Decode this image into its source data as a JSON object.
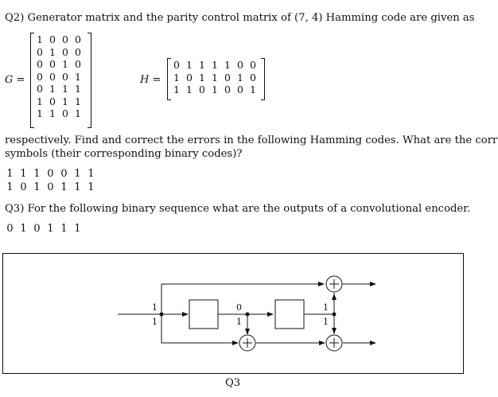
{
  "q2": {
    "intro": "Q2) Generator matrix and the parity control matrix of (7, 4) Hamming code are given as",
    "g_label": "G =",
    "h_label": "H =",
    "G": [
      [
        "1",
        "0",
        "0",
        "0"
      ],
      [
        "0",
        "1",
        "0",
        "0"
      ],
      [
        "0",
        "0",
        "1",
        "0"
      ],
      [
        "0",
        "0",
        "0",
        "1"
      ],
      [
        "0",
        "1",
        "1",
        "1"
      ],
      [
        "1",
        "0",
        "1",
        "1"
      ],
      [
        "1",
        "1",
        "0",
        "1"
      ]
    ],
    "H": [
      [
        "0",
        "1",
        "1",
        "1",
        "1",
        "0",
        "0"
      ],
      [
        "1",
        "0",
        "1",
        "1",
        "0",
        "1",
        "0"
      ],
      [
        "1",
        "1",
        "0",
        "1",
        "0",
        "0",
        "1"
      ]
    ],
    "text_line1": "respectively. Find and correct the errors in the following Hamming codes. What are the correct",
    "text_line2": "symbols (their corresponding binary codes)?",
    "codes": [
      [
        "1",
        "1",
        "1",
        "0",
        "0",
        "1",
        "1"
      ],
      [
        "1",
        "0",
        "1",
        "0",
        "1",
        "1",
        "1"
      ]
    ]
  },
  "q3": {
    "question": "Q3) For the following binary sequence what are the outputs of a convolutional encoder.",
    "sequence": [
      "0",
      "1",
      "0",
      "1",
      "1",
      "1"
    ],
    "figure_caption": "Q3",
    "labels": {
      "in_top": "1",
      "in_bot": "1",
      "mid_top": "0",
      "mid_bot": "1",
      "right_top": "1",
      "right_bot": "1"
    }
  }
}
